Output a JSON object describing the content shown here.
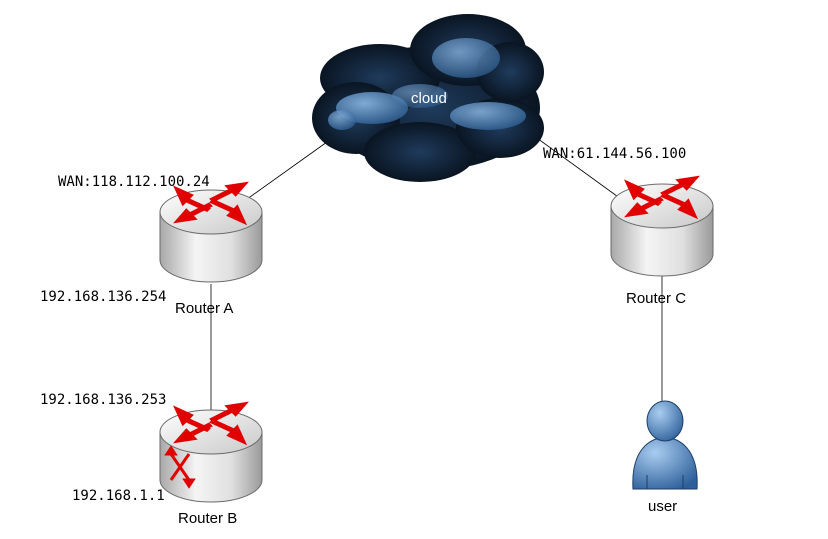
{
  "cloud": {
    "label": "cloud"
  },
  "router_a": {
    "name": "Router A",
    "wan": "WAN:118.112.100.24",
    "lan": "192.168.136.254"
  },
  "router_b": {
    "name": "Router B",
    "upstream_ip": "192.168.136.253",
    "lan_ip": "192.168.1.1"
  },
  "router_c": {
    "name": "Router C",
    "wan": "WAN:61.144.56.100"
  },
  "user": {
    "label": "user"
  },
  "colors": {
    "router_arrow": "#e00000",
    "router_body": "#d8d8d8",
    "cloud_dark": "#0b1a2a",
    "cloud_light": "#5d8ec0",
    "user_body": "#4a7fbf",
    "link": "#000000"
  },
  "icons": {
    "cloud": "cloud-icon",
    "router": "router-icon",
    "user": "user-icon"
  }
}
